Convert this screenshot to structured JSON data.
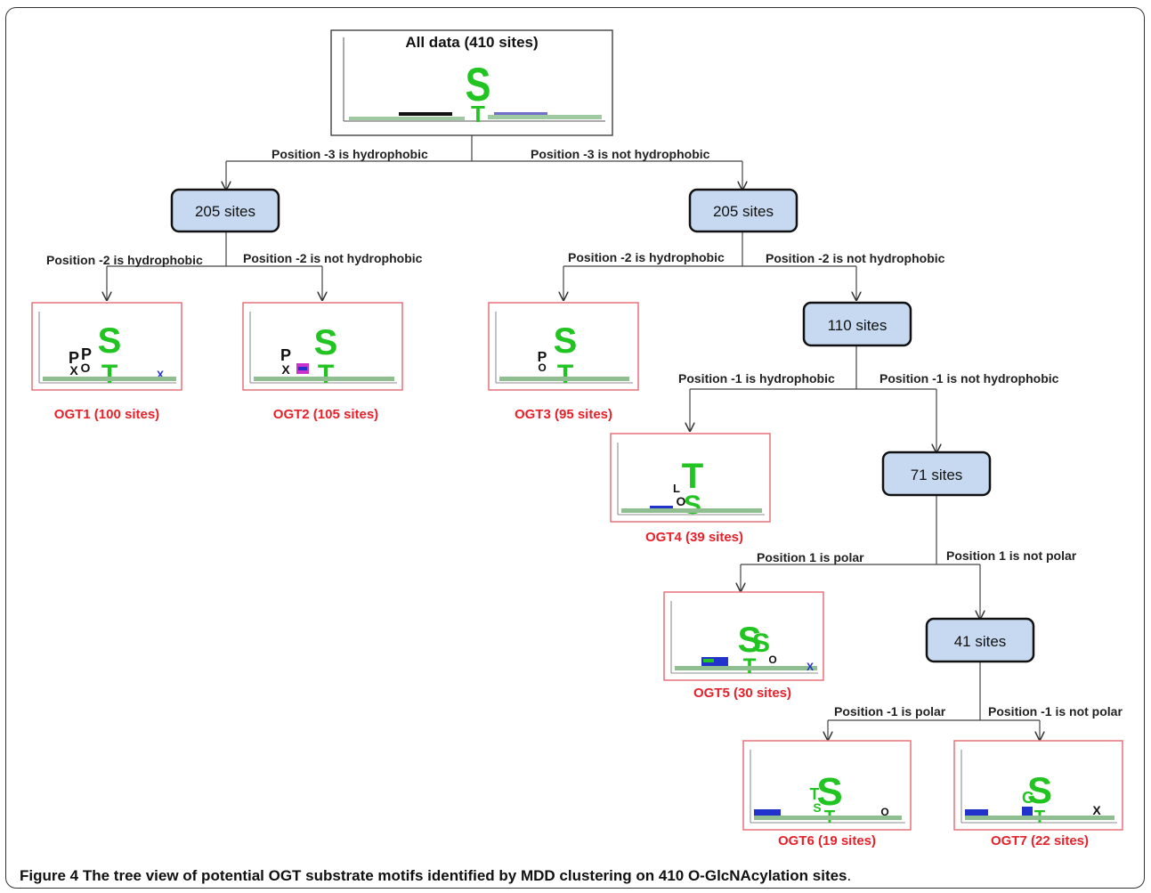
{
  "root": {
    "title": "All data (410 sites)"
  },
  "edges": {
    "e1": "Position -3 is hydrophobic",
    "e2": "Position -3 is not hydrophobic",
    "e3": "Position -2 is hydrophobic",
    "e4": "Position -2 is not hydrophobic",
    "e5": "Position -2 is hydrophobic",
    "e6": "Position -2 is not hydrophobic",
    "e7": "Position -1 is hydrophobic",
    "e8": "Position -1 is not hydrophobic",
    "e9": "Position 1 is polar",
    "e10": "Position 1 is not polar",
    "e11": "Position -1 is polar",
    "e12": "Position -1 is not polar"
  },
  "nodes": {
    "n205a": "205 sites",
    "n205b": "205 sites",
    "n110": "110 sites",
    "n71": "71 sites",
    "n41": "41 sites"
  },
  "leaves": {
    "ogt1": "OGT1 (100 sites)",
    "ogt2": "OGT2 (105 sites)",
    "ogt3": "OGT3 (95 sites)",
    "ogt4": "OGT4 (39 sites)",
    "ogt5": "OGT5 (30 sites)",
    "ogt6": "OGT6 (19 sites)",
    "ogt7": "OGT7 (22 sites)"
  },
  "caption": {
    "label": "Figure 4",
    "text": "The tree view of potential OGT substrate motifs identified by MDD clustering on 410 O-GlcNAcylation sites",
    "end": "."
  },
  "colors": {
    "node_fill": "#c6d9f1",
    "node_border": "#111111",
    "leaf_border": "#e8707a",
    "leaf_caption": "#e8202a",
    "logo_green": "#22c422",
    "logo_black": "#111111",
    "logo_blue": "#2233cc",
    "logo_magenta": "#cc33cc"
  }
}
